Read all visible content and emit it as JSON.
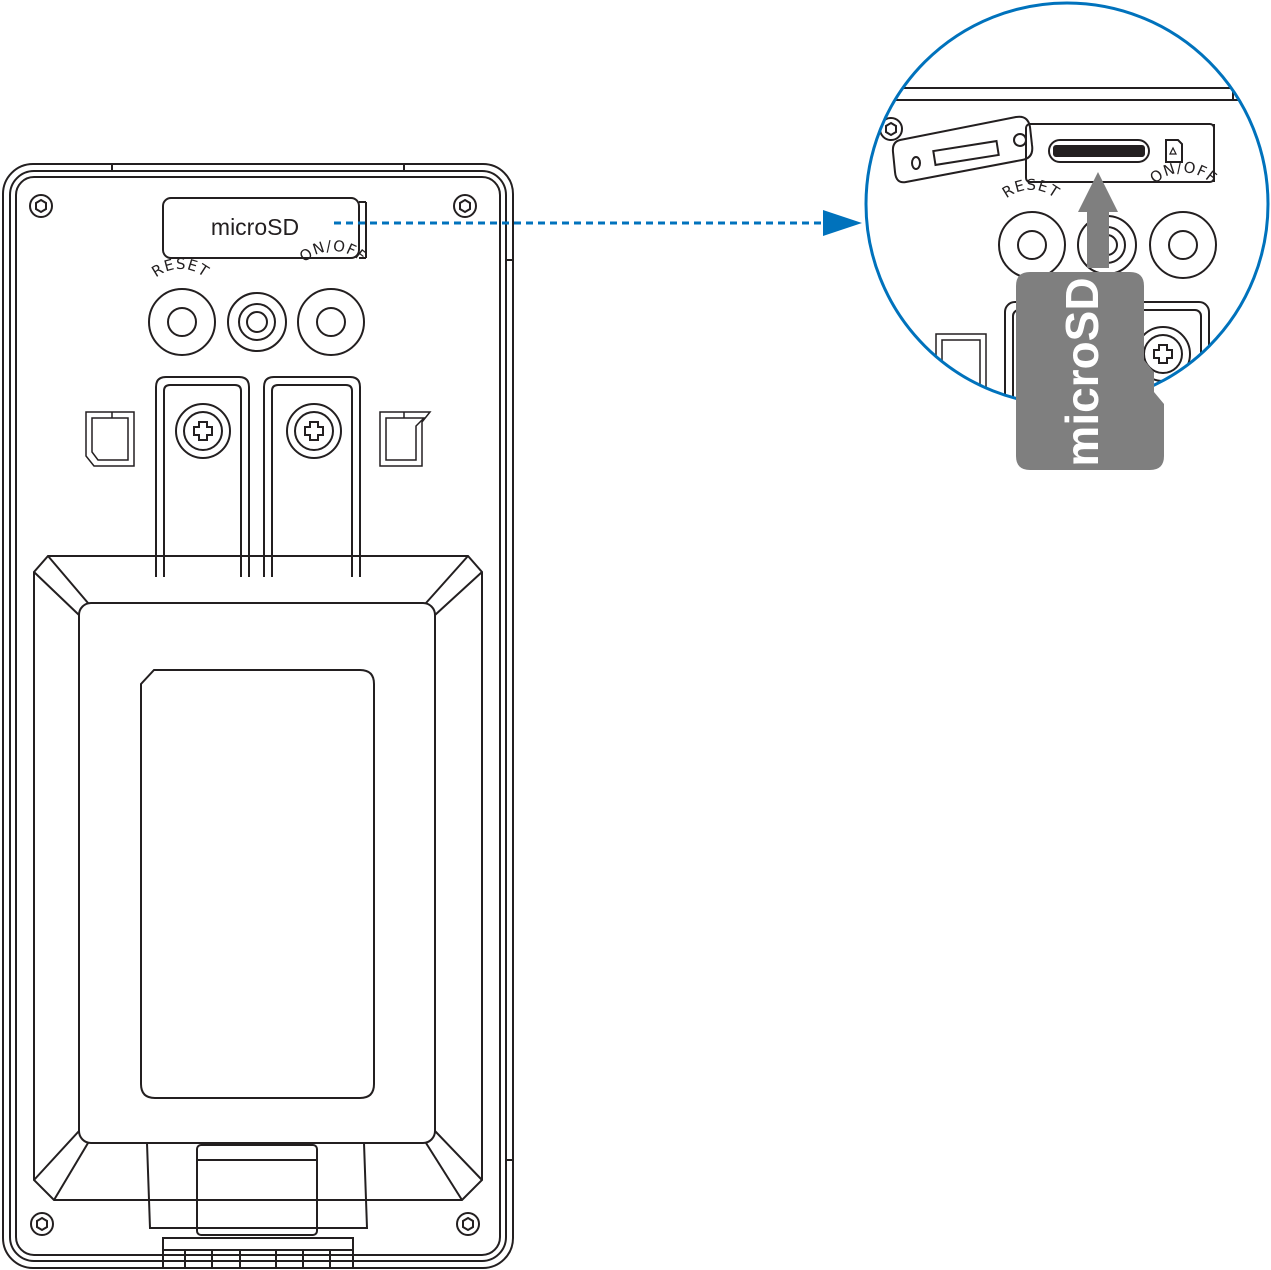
{
  "device": {
    "microsd_label": "microSD",
    "reset_label": "RESET",
    "onoff_label": "ON/OFF"
  },
  "zoom": {
    "reset_label": "RESET",
    "onoff_label": "ON/OFF",
    "card_label": "microSD"
  },
  "colors": {
    "outline": "#231f20",
    "callout_blue": "#0072bc",
    "card_gray": "#7f7f7f"
  },
  "icons": {
    "screw": "phillips-screw-icon",
    "insert_arrow": "arrow-up-icon"
  }
}
